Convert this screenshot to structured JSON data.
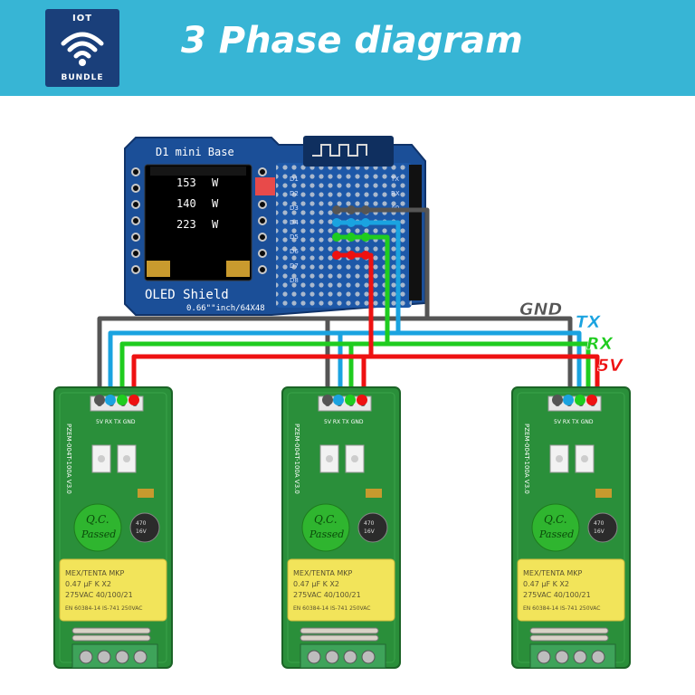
{
  "header": {
    "logo_top": "IOT",
    "logo_bottom": "BUNDLE",
    "title": "3 Phase diagram"
  },
  "icons": {
    "logo": "wifi-icon"
  },
  "board": {
    "title": "D1 mini Base",
    "shield_label": "OLED Shield",
    "shield_spec": "0.66\"\"inch/64X48",
    "readings": [
      {
        "value": "153",
        "unit": "W"
      },
      {
        "value": "140",
        "unit": "W"
      },
      {
        "value": "223",
        "unit": "W"
      }
    ],
    "pin_labels_left": [
      "D1",
      "D2",
      "D3",
      "D4",
      "D5",
      "D6",
      "D7",
      "D8"
    ],
    "pin_labels_right": [
      "TX",
      "RX",
      "A0"
    ]
  },
  "wires": [
    {
      "label": "GND",
      "color": "#555555"
    },
    {
      "label": "TX",
      "color": "#1aa3e0"
    },
    {
      "label": "RX",
      "color": "#1fcc1f"
    },
    {
      "label": "5V",
      "color": "#ee1111"
    }
  ],
  "module": {
    "part_number": "PZEM-004T-100A V3.0",
    "header_pins": "5V RX TX GND",
    "qc_text_1": "Q.C.",
    "qc_text_2": "Passed",
    "cap_text_1": "MEX/TENTA MKP",
    "cap_text_2": "0.47 µF  K X2",
    "cap_text_3": "275VAC  40/100/21",
    "cap_text_4": "EN 60384-14  IS-741 250VAC",
    "electrolytic": "470 16V"
  },
  "colors": {
    "header_bg": "#37b5d5",
    "board_blue": "#1b4f98",
    "pcb_green": "#2a8f3a",
    "cap_yellow": "#f2e45a",
    "terminal_green": "#3ea35a"
  }
}
